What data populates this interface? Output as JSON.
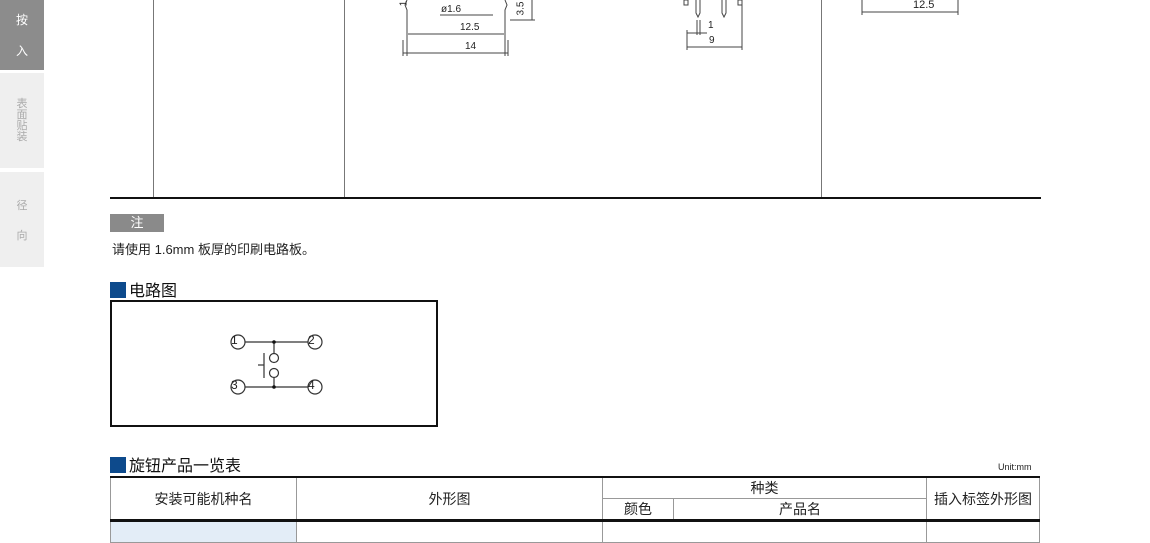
{
  "sidebar": {
    "tabs": [
      {
        "chars": [
          "按",
          "入"
        ],
        "active": true
      },
      {
        "chars": [
          "表",
          "面",
          "贴",
          "装"
        ],
        "active": false
      },
      {
        "chars": [
          "径",
          "向"
        ],
        "active": false
      }
    ]
  },
  "drawings": {
    "d1": {
      "dia": "ø1.6",
      "w1": "12.5",
      "w2": "14",
      "h": "3.5",
      "t": "1"
    },
    "d2": {
      "pitch": "1",
      "w": "9"
    },
    "d3": {
      "w": "12.5"
    }
  },
  "note": {
    "badge": "注",
    "text": "请使用 1.6mm 板厚的印刷电路板。"
  },
  "circuit": {
    "title": "电路图",
    "pins": [
      "①",
      "②",
      "③",
      "④"
    ]
  },
  "knob_table": {
    "title": "旋钮产品一览表",
    "unit": "Unit:mm",
    "headers": {
      "model": "安装可能机种名",
      "outline": "外形图",
      "type": "种类",
      "color": "颜色",
      "product": "产品名",
      "label": "插入标签外形图"
    }
  },
  "colors": {
    "accent": "#0d4a8c"
  }
}
